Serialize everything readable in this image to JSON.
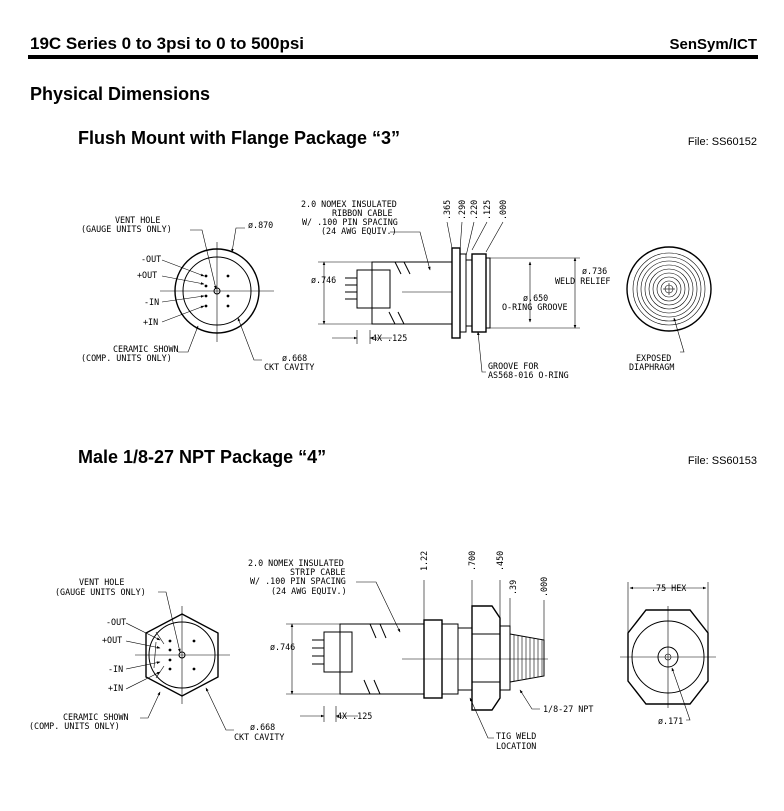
{
  "header": {
    "title": "19C Series 0 to 3psi to 0 to 500psi",
    "brand": "SenSym/ICT"
  },
  "section_title": "Physical Dimensions",
  "package3": {
    "title": "Flush Mount with Flange Package “3”",
    "file": "File: SS60152",
    "labels": {
      "vent1": "VENT HOLE",
      "vent2": "(GAUGE UNITS ONLY)",
      "dia870": "ø.870",
      "out_minus": "-OUT",
      "out_plus": "+OUT",
      "in_minus": "-IN",
      "in_plus": "+IN",
      "ceramic1": "CERAMIC SHOWN",
      "ceramic2": "(COMP. UNITS ONLY)",
      "dia668": "ø.668",
      "ckt": "CKT CAVITY",
      "cable1": "2.0 NOMEX INSULATED",
      "cable2": "RIBBON CABLE",
      "cable3": "W/ .100 PIN SPACING",
      "cable4": "(24 AWG EQUIV.)",
      "dim365": ".365",
      "dim290": ".290",
      "dim220": ".220",
      "dim125": ".125",
      "dim000": ".000",
      "dia746": "ø.746",
      "dia736": "ø.736",
      "weld_relief": "WELD RELIEF",
      "dia650": "ø.650",
      "oring_groove": "O-RING GROOVE",
      "pins": "4X .125",
      "groove1": "GROOVE FOR",
      "groove2": "AS568-016 O-RING",
      "exposed1": "EXPOSED",
      "exposed2": "DIAPHRAGM"
    }
  },
  "package4": {
    "title": "Male 1/8-27 NPT Package “4”",
    "file": "File: SS60153",
    "labels": {
      "vent1": "VENT HOLE",
      "vent2": "(GAUGE UNITS ONLY)",
      "out_minus": "-OUT",
      "out_plus": "+OUT",
      "in_minus": "-IN",
      "in_plus": "+IN",
      "ceramic1": "CERAMIC SHOWN",
      "ceramic2": "(COMP. UNITS ONLY)",
      "dia668": "ø.668",
      "ckt": "CKT CAVITY",
      "cable1": "2.0 NOMEX INSULATED",
      "cable2": "STRIP CABLE",
      "cable3": "W/ .100 PIN SPACING",
      "cable4": "(24 AWG EQUIV.)",
      "dim122": "1.22",
      "dim700": ".700",
      "dim450": ".450",
      "dim39": ".39",
      "dim000": ".000",
      "dia746": "ø.746",
      "pins": "4X .125",
      "npt": "1/8-27 NPT",
      "tig1": "TIG WELD",
      "tig2": "LOCATION",
      "hex": ".75 HEX",
      "dia171": "ø.171"
    }
  }
}
